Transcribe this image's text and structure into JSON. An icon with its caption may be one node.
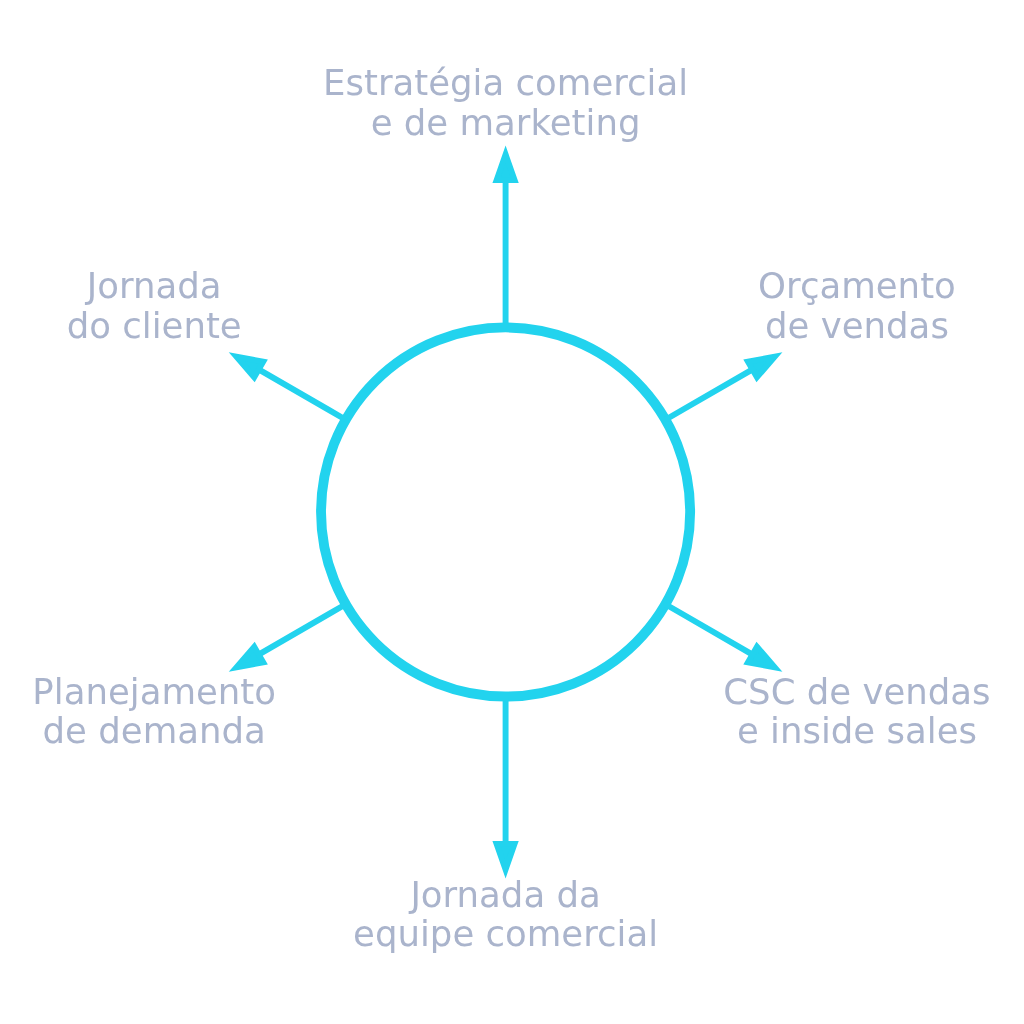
{
  "diagram": {
    "nodes": [
      {
        "text": [
          "Orçamento de vendas"
        ]
      },
      {
        "text": [
          "Estratégia comercial e de marketing"
        ]
      },
      {
        "text": [
          "Jornada do cliente"
        ]
      },
      {
        "text": [],
        "shape": "circle"
      },
      {
        "text": [
          "Planejamento de demanda"
        ]
      },
      {
        "text": [
          "Jornada da equipe comercial"
        ]
      },
      {
        "text": [
          "CSC de vendas e inside sales"
        ]
      }
    ],
    "edges": [
      {
        "from": 3,
        "to": 0,
        "arrow": "to"
      },
      {
        "from": 3,
        "to": 2,
        "arrow": "to"
      },
      {
        "from": 3,
        "to": 5,
        "arrow": "to"
      },
      {
        "from": 3,
        "to": 6,
        "arrow": "to"
      },
      {
        "from": 3,
        "to": 4,
        "arrow": "to"
      },
      {
        "from": 3,
        "to": 1,
        "arrow": "to"
      }
    ]
  }
}
